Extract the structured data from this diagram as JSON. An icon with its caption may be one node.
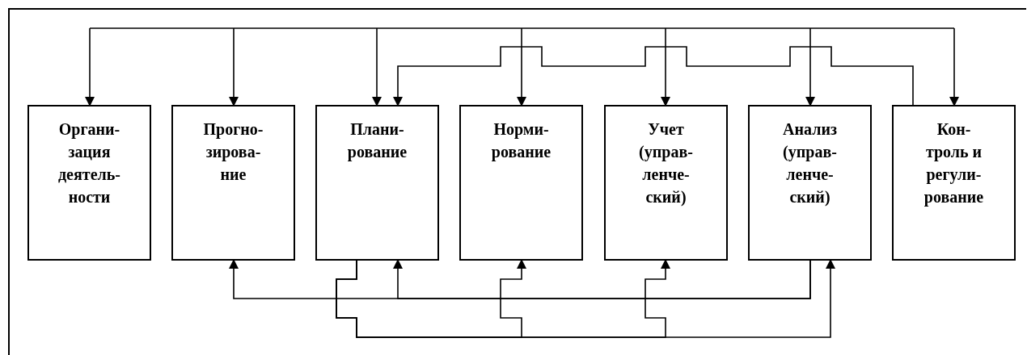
{
  "diagram": {
    "nodes": [
      {
        "text": [
          "Органи- зация деятель- ности"
        ]
      },
      {
        "text": [
          "Прогно- зирова- ние"
        ]
      },
      {
        "text": [
          "Плани- рование"
        ]
      },
      {
        "text": [
          "Норми- рование"
        ]
      },
      {
        "text": [
          "Учет (управ- ленче- ский)"
        ]
      },
      {
        "text": [
          "Анализ (управ- ленче- ский)"
        ]
      },
      {
        "text": [
          "Кон- троль и регули- рование"
        ]
      }
    ],
    "edges": [
      {
        "from": null,
        "to": 0,
        "arrow": "to"
      },
      {
        "from": null,
        "to": 1,
        "arrow": "to"
      },
      {
        "from": null,
        "to": 2,
        "arrow": "to"
      },
      {
        "from": null,
        "to": 3,
        "arrow": "to"
      },
      {
        "from": null,
        "to": 4,
        "arrow": "to"
      },
      {
        "from": null,
        "to": 5,
        "arrow": "to"
      },
      {
        "from": null,
        "to": 6,
        "arrow": "to"
      },
      {
        "from": 6,
        "to": 2,
        "arrow": "to"
      },
      {
        "from": 5,
        "to": 1,
        "arrow": "to"
      },
      {
        "from": 5,
        "to": 2,
        "arrow": "to"
      },
      {
        "from": 2,
        "to": 3,
        "arrow": "to"
      },
      {
        "from": 2,
        "to": 4,
        "arrow": "to"
      },
      {
        "from": 2,
        "to": 5,
        "arrow": "to"
      }
    ]
  }
}
